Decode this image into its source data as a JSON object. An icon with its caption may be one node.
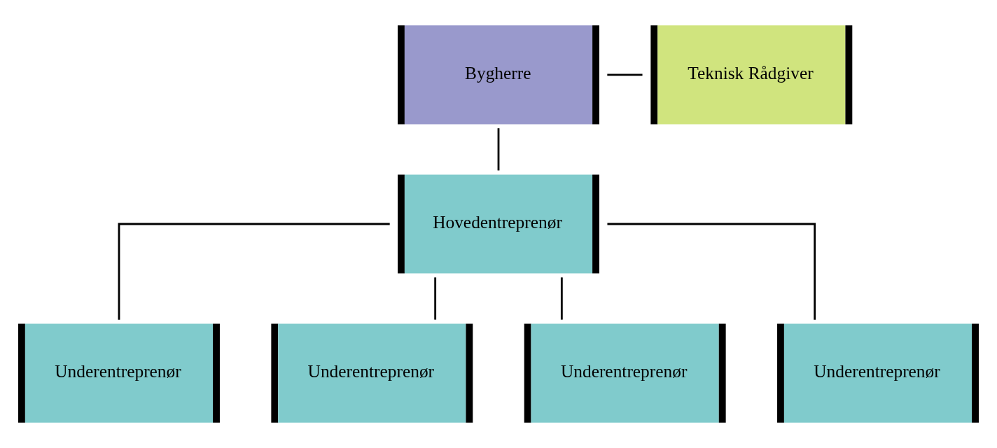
{
  "diagram": {
    "nodes": [
      {
        "text": [
          "Bygherre"
        ]
      },
      {
        "text": [
          "Teknisk Rådgiver"
        ]
      },
      {
        "text": [
          "Hovedentreprenør"
        ]
      },
      {
        "text": [
          "Underentreprenør"
        ]
      },
      {
        "text": [
          "Underentreprenør"
        ]
      },
      {
        "text": [
          "Underentreprenør"
        ]
      },
      {
        "text": [
          "Underentreprenør"
        ]
      }
    ],
    "edges": [
      {
        "from": 0,
        "to": 1,
        "arrow": "none"
      },
      {
        "from": 0,
        "to": 2,
        "arrow": "none"
      },
      {
        "from": 2,
        "to": 3,
        "arrow": "none"
      },
      {
        "from": 2,
        "to": 4,
        "arrow": "none"
      },
      {
        "from": 2,
        "to": 5,
        "arrow": "none"
      },
      {
        "from": 2,
        "to": 6,
        "arrow": "none"
      }
    ]
  }
}
